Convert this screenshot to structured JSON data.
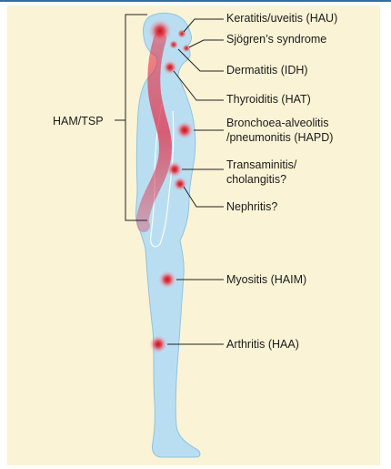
{
  "diagram": {
    "bracket_label": "HAM/TSP",
    "labels": [
      {
        "id": "hau",
        "text": "Keratitis/uveitis (HAU)"
      },
      {
        "id": "sjogren",
        "text": "Sjögren’s syndrome"
      },
      {
        "id": "idh",
        "text": "Dermatitis (IDH)"
      },
      {
        "id": "hat",
        "text": "Thyroiditis (HAT)"
      },
      {
        "id": "hapd",
        "line1": "Bronchoea-alveolitis",
        "line2": "/pneumonitis (HAPD)"
      },
      {
        "id": "liver",
        "line1": "Transaminitis/",
        "line2": "cholangitis?"
      },
      {
        "id": "nephritis",
        "text": "Nephritis?"
      },
      {
        "id": "haim",
        "text": "Myositis (HAIM)"
      },
      {
        "id": "haa",
        "text": "Arthritis (HAA)"
      }
    ],
    "colors": {
      "background": "#fbf3d5",
      "body_fill": "#b9def2",
      "body_stroke": "#8fc3e0",
      "inflammation": "#d8141e",
      "spinal_cord": "#e0324a",
      "leader_line": "#222222"
    }
  }
}
